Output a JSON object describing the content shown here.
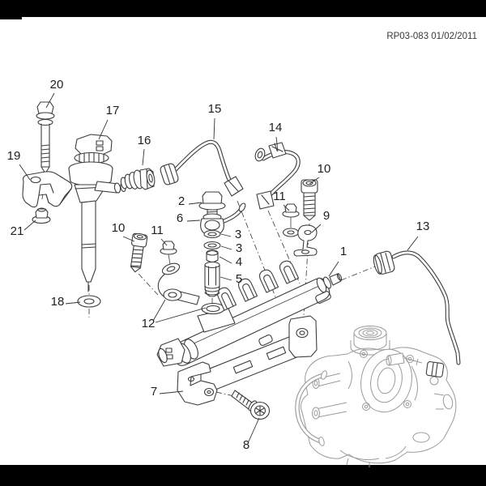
{
  "header": {
    "doc_ref": "RP03-083 01/02/2011"
  },
  "diagram": {
    "type": "exploded-parts-diagram",
    "colors": {
      "line": "#3d3d3d",
      "ghost": "#9b9b9b",
      "frame": "#000000",
      "background": "#ffffff",
      "text": "#1f1f1f"
    },
    "callouts": [
      {
        "label": "20"
      },
      {
        "label": "17"
      },
      {
        "label": "19"
      },
      {
        "label": "21"
      },
      {
        "label": "16"
      },
      {
        "label": "15"
      },
      {
        "label": "14"
      },
      {
        "label": "10"
      },
      {
        "label": "11"
      },
      {
        "label": "9"
      },
      {
        "label": "2"
      },
      {
        "label": "6"
      },
      {
        "label": "3"
      },
      {
        "label": "3"
      },
      {
        "label": "4"
      },
      {
        "label": "5"
      },
      {
        "label": "10"
      },
      {
        "label": "11"
      },
      {
        "label": "1"
      },
      {
        "label": "13"
      },
      {
        "label": "12"
      },
      {
        "label": "18"
      },
      {
        "label": "7"
      },
      {
        "label": "8"
      }
    ]
  }
}
